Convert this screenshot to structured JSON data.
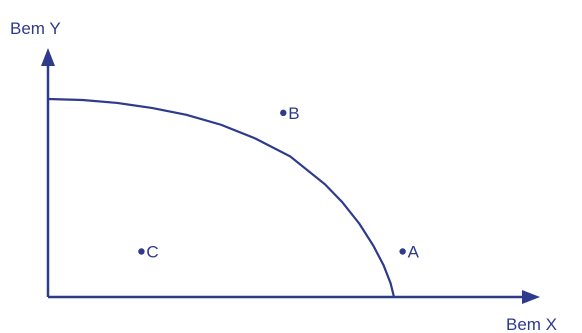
{
  "chart_data": {
    "type": "line",
    "xlabel": "Bem X",
    "ylabel": "Bem Y",
    "xlim": [
      0,
      10
    ],
    "ylim": [
      0,
      10
    ],
    "grid": false,
    "series": [
      {
        "x": [
          0,
          1,
          2,
          3,
          4,
          5,
          6,
          7,
          8,
          8.5,
          9,
          9.4,
          9.7,
          9.9,
          10
        ],
        "y": [
          10,
          9.95,
          9.8,
          9.55,
          9.2,
          8.7,
          8.0,
          7.1,
          5.7,
          4.8,
          3.7,
          2.6,
          1.6,
          0.7,
          0
        ]
      }
    ],
    "points": [
      {
        "label": "A",
        "x": 10.25,
        "y": 2.3
      },
      {
        "label": "B",
        "x": 6.8,
        "y": 9.3
      },
      {
        "label": "C",
        "x": 2.7,
        "y": 2.3
      }
    ]
  },
  "colors": {
    "ink": "#2e3a8c",
    "background": "#ffffff"
  }
}
